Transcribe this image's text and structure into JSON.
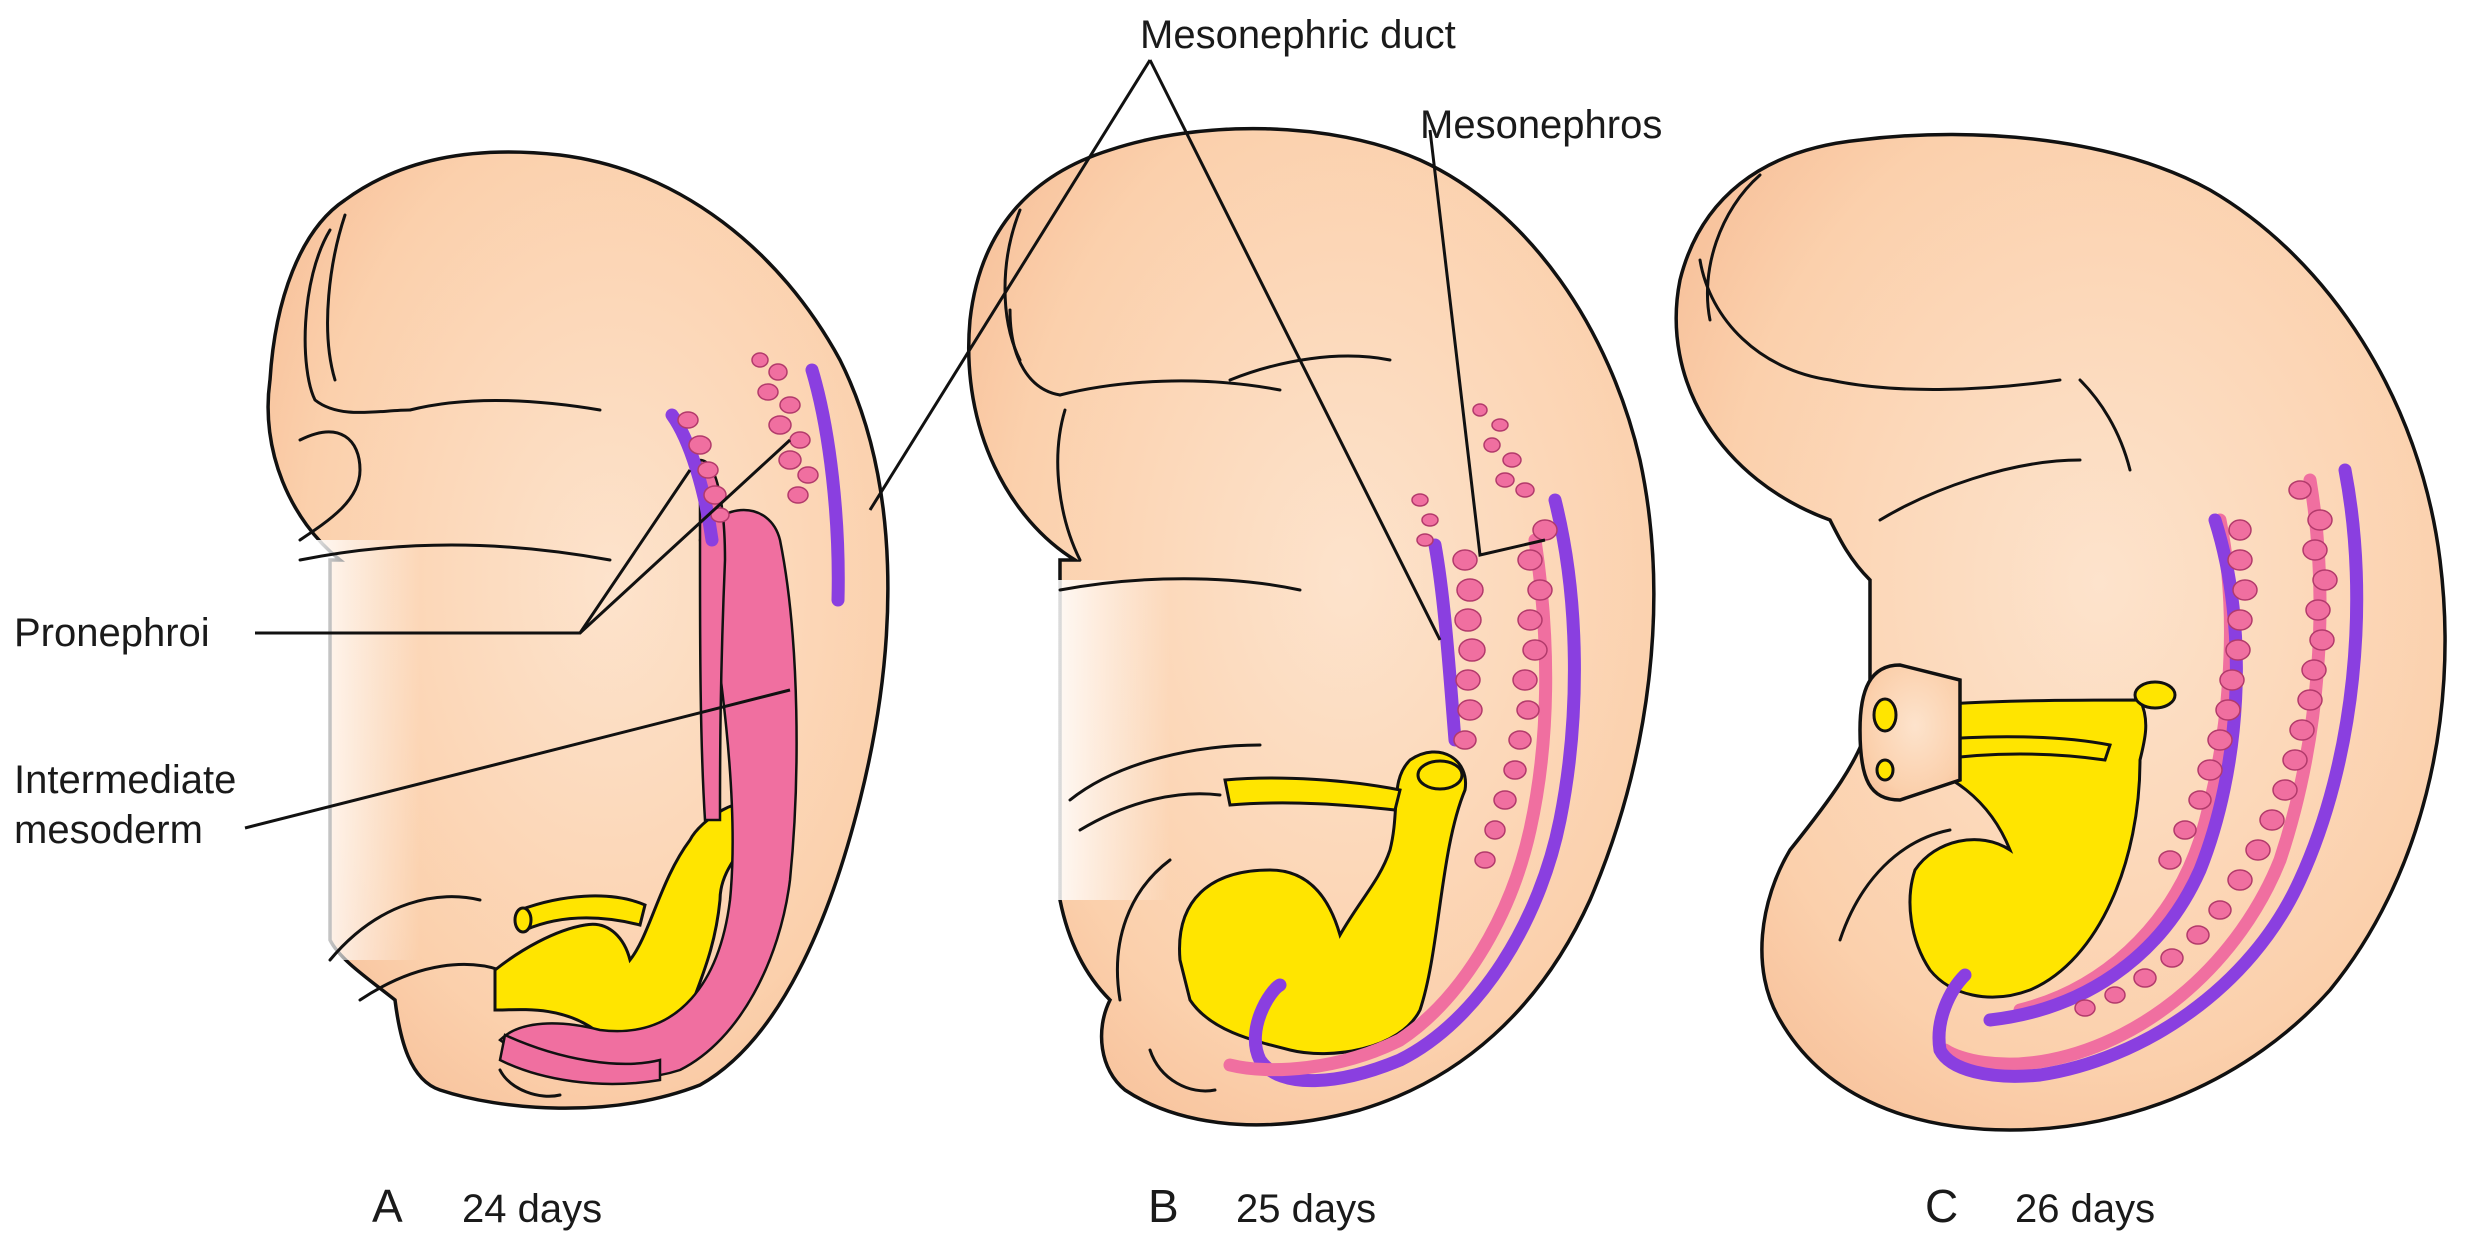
{
  "labels": {
    "mesonephric_duct": "Mesonephric duct",
    "mesonephros": "Mesonephros",
    "pronephroi": "Pronephroi",
    "intermediate_line1": "Intermediate",
    "intermediate_line2": "mesoderm"
  },
  "panels": [
    {
      "letter": "A",
      "age": "24 days"
    },
    {
      "letter": "B",
      "age": "25 days"
    },
    {
      "letter": "C",
      "age": "26 days"
    }
  ],
  "colors": {
    "skin": "#fbd4b2",
    "skin_light": "#fde6d0",
    "yolk": "#ffe500",
    "nephric_pink": "#f06fa0",
    "duct_purple": "#8a3fe0"
  }
}
